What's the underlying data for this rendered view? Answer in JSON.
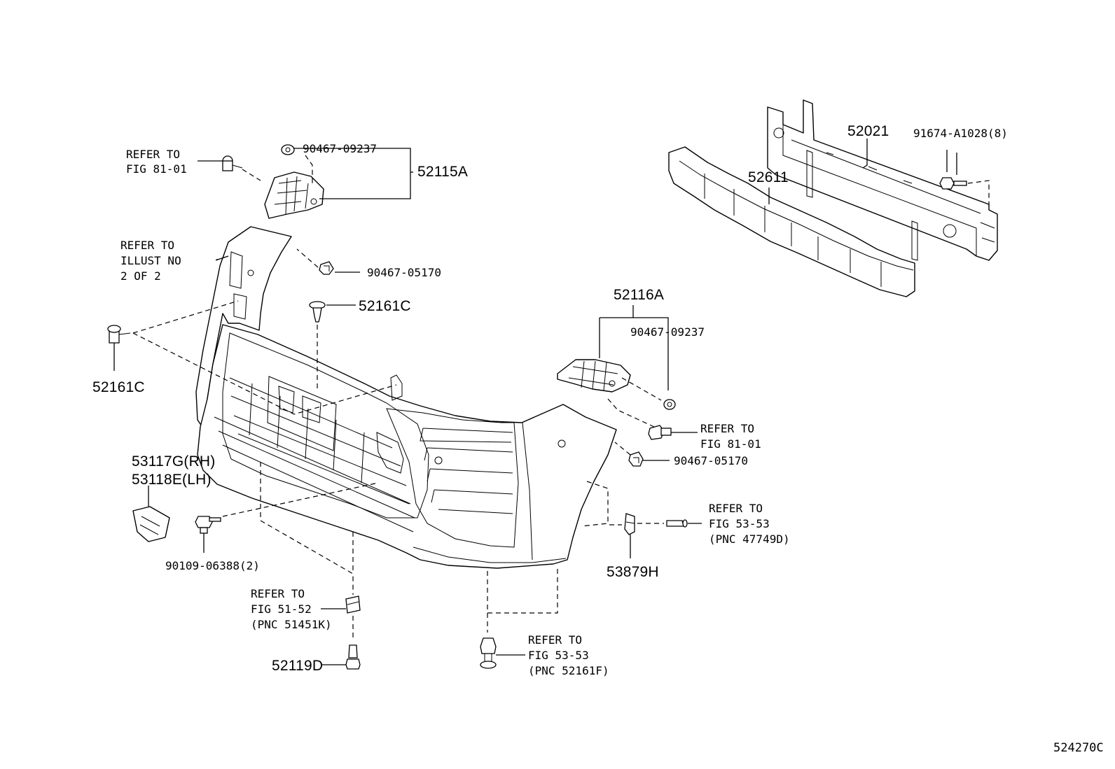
{
  "diagram": {
    "illustration_code": "524270C",
    "part_labels": {
      "p52115A": "52115A",
      "p90467_09237_top": "90467-09237",
      "p90467_05170_left": "90467-05170",
      "p52161C_center": "52161C",
      "p52161C_left": "52161C",
      "p53117G": "53117G(RH)",
      "p53118E": "53118E(LH)",
      "p90109": "90109-06388(2)",
      "p52119D": "52119D",
      "p52116A": "52116A",
      "p90467_09237_right": "90467-09237",
      "p90467_05170_right": "90467-05170",
      "p53879H": "53879H",
      "p52021": "52021",
      "p52611": "52611",
      "p91674": "91674-A1028(8)"
    },
    "references": {
      "ref_top_left": [
        "REFER TO",
        "FIG 81-01"
      ],
      "ref_illust": [
        "REFER TO",
        "ILLUST NO",
        "2 OF 2"
      ],
      "ref_right_81": [
        "REFER TO",
        "FIG 81-01"
      ],
      "ref_right_53": [
        "REFER TO",
        "FIG 53-53",
        "(PNC 47749D)"
      ],
      "ref_bottom_51": [
        "REFER TO",
        "FIG 51-52",
        "(PNC 51451K)"
      ],
      "ref_bottom_53": [
        "REFER TO",
        "FIG 53-53",
        "(PNC 52161F)"
      ]
    },
    "icons": [
      "bolt-icon",
      "clip-icon",
      "screw-icon",
      "grommet-icon",
      "bracket-icon",
      "sensor-icon",
      "retainer-icon"
    ]
  }
}
